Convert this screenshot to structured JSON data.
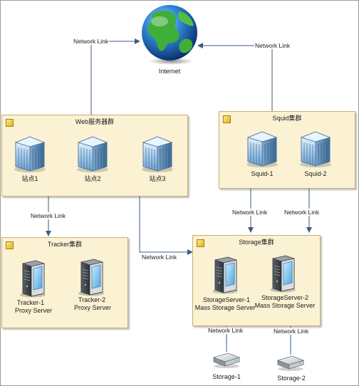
{
  "internet": {
    "label": "Internet"
  },
  "clusters": {
    "web": {
      "title": "Web服务器群",
      "nodes": [
        "站点1",
        "站点2",
        "站点3"
      ]
    },
    "squid": {
      "title": "Squid集群",
      "nodes": [
        "Squid-1",
        "Squid-2"
      ]
    },
    "tracker": {
      "title": "Tracker集群",
      "nodes": [
        {
          "line1": "Tracker-1",
          "line2": "Proxy Server"
        },
        {
          "line1": "Tracker-2",
          "line2": "Proxy Server"
        }
      ]
    },
    "storage": {
      "title": "Storage集群",
      "nodes": [
        {
          "line1": "StorageServer-1",
          "line2": "Mass Storage Server"
        },
        {
          "line1": "StorageServer-2",
          "line2": "Mass Storage Server"
        }
      ]
    }
  },
  "storage_devices": [
    "Storage-1",
    "Storage-2"
  ],
  "link_label": "Network Link",
  "colors": {
    "line": "#3b5d86",
    "cluster_fill": "#fbf2d4",
    "cluster_border": "#c9b06a"
  }
}
